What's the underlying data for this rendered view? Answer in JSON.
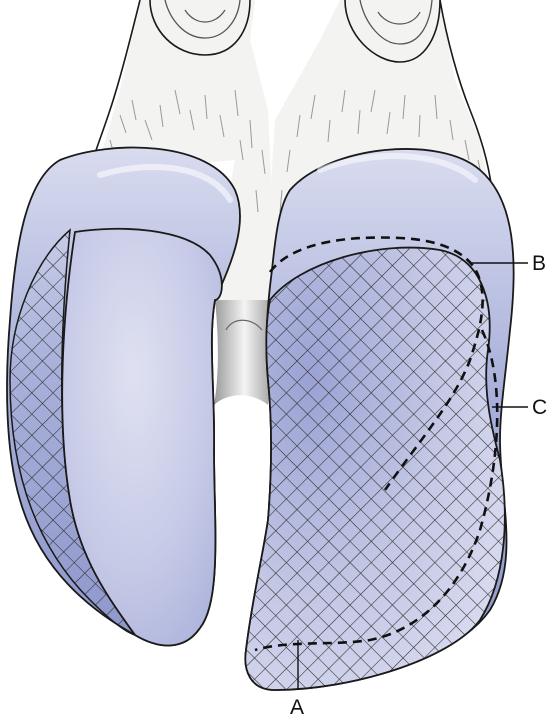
{
  "labels": {
    "a": "A",
    "b": "B",
    "c": "C"
  },
  "colors": {
    "claw_fill": "#c7cbe6",
    "claw_dark": "#8e97cb",
    "skin": "#f3f3f1",
    "hatch": "#2a2a2a",
    "outline": "#1a1a1a"
  }
}
